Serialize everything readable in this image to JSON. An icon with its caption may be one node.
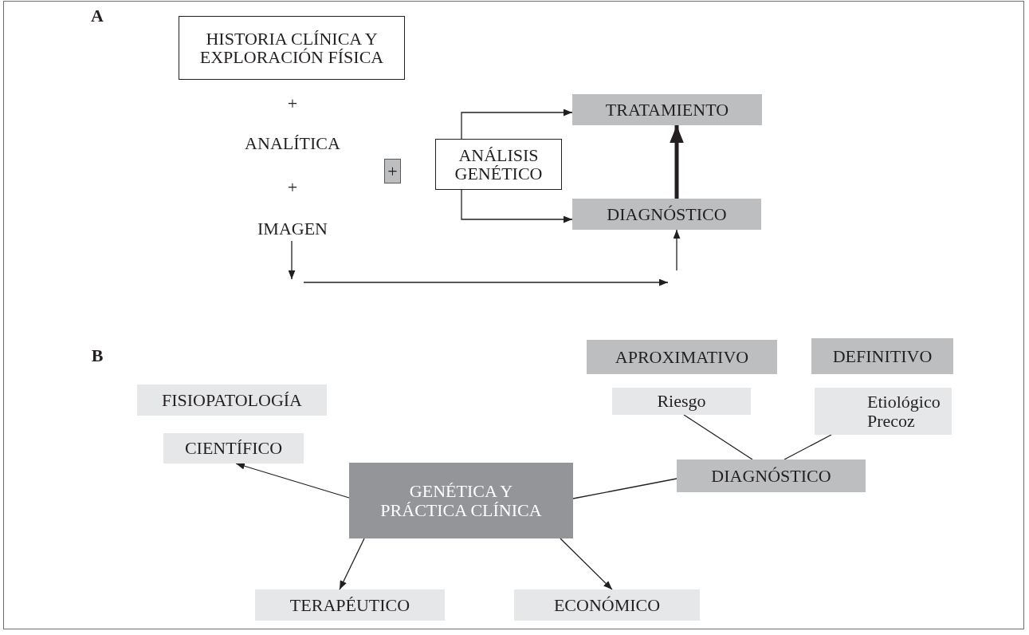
{
  "diagram": {
    "nodes": [
      {
        "text": [
          "HISTORIA CLÍNICA Y EXPLORACIÓN FÍSICA"
        ]
      },
      {
        "text": [
          "TRATAMIENTO"
        ]
      },
      {
        "text": [
          "+"
        ]
      },
      {
        "text": [
          "ANÁLISIS GENÉTICO"
        ]
      },
      {
        "text": [
          "DIAGNÓSTICO"
        ]
      },
      {
        "text": [
          "IMAGEN"
        ]
      },
      {
        "text": [
          "APROXIMATIVO"
        ]
      },
      {
        "text": [
          "DEFINITIVO"
        ]
      },
      {
        "text": [
          "FISIOPATOLOGÍA"
        ]
      },
      {
        "text": [
          "Riesgo"
        ]
      },
      {
        "text": [
          "Etiológico Precoz"
        ]
      },
      {
        "text": [
          "CIENTÍFICO"
        ]
      },
      {
        "text": [
          "GENÉTICA Y PRÁCTICA CLÍNICA"
        ]
      },
      {
        "text": [
          "DIAGNÓSTICO"
        ]
      },
      {
        "text": [
          "TERAPÉUTICO"
        ]
      },
      {
        "text": [
          "ECONÓMICO"
        ]
      }
    ],
    "edges": [
      {
        "from": 3,
        "to": 1,
        "arrow": "to"
      },
      {
        "from": 3,
        "to": 4,
        "arrow": "to"
      },
      {
        "from": 4,
        "to": 1,
        "arrow": "to",
        "style": "thick"
      },
      {
        "from": 5,
        "to": null,
        "arrow": "to"
      },
      {
        "from": null,
        "to": 4,
        "arrow": "to"
      },
      {
        "from": 12,
        "to": 11,
        "arrow": "to"
      },
      {
        "from": 12,
        "to": 14,
        "arrow": "to"
      },
      {
        "from": 12,
        "to": 15,
        "arrow": "to"
      },
      {
        "from": 12,
        "to": 13,
        "arrow": "none"
      },
      {
        "from": 9,
        "to": 13,
        "arrow": "none"
      },
      {
        "from": 10,
        "to": 13,
        "arrow": "none"
      }
    ],
    "labels": [
      "A",
      "+",
      "ANALÍTICA",
      "+",
      "B"
    ]
  }
}
